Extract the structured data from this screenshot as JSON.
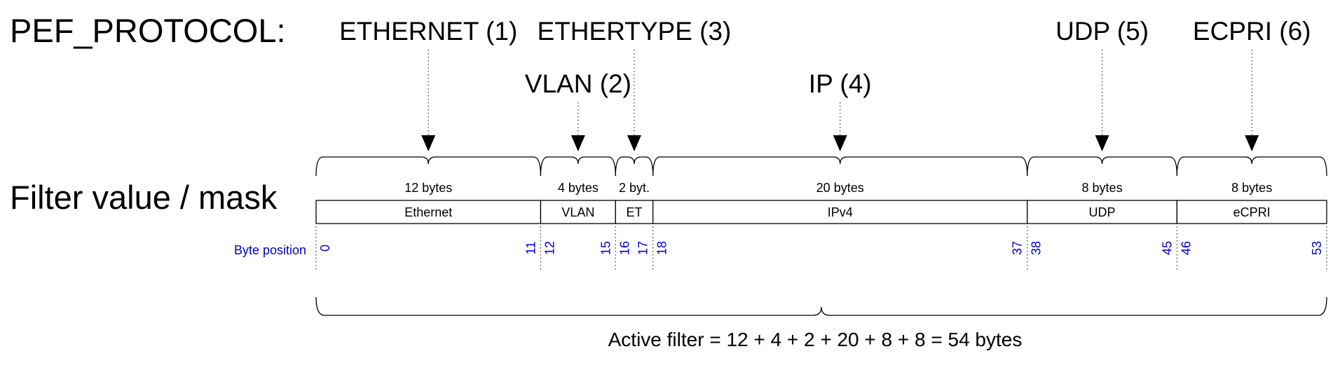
{
  "title_protocol": "PEF_PROTOCOL:",
  "title_filter": "Filter value / mask",
  "byte_position_label": "Byte position",
  "summary": "Active filter = 12 + 4 + 2 + 20 + 8 + 8 = 54 bytes",
  "colors": {
    "text": "#000000",
    "byte_position": "#0000cc"
  },
  "protocols": [
    {
      "label": "ETHERNET (1)",
      "row": 1
    },
    {
      "label": "VLAN (2)",
      "row": 2
    },
    {
      "label": "ETHERTYPE (3)",
      "row": 1
    },
    {
      "label": "IP (4)",
      "row": 2
    },
    {
      "label": "UDP (5)",
      "row": 1
    },
    {
      "label": "ECPRI (6)",
      "row": 1
    }
  ],
  "fields": [
    {
      "name": "Ethernet",
      "bytes": 12,
      "size_label": "12 bytes",
      "start_byte": "0",
      "end_byte": "11"
    },
    {
      "name": "VLAN",
      "bytes": 4,
      "size_label": "4 bytes",
      "start_byte": "12",
      "end_byte": "15"
    },
    {
      "name": "ET",
      "bytes": 2,
      "size_label": "2 byt.",
      "start_byte": "16",
      "end_byte": "17"
    },
    {
      "name": "IPv4",
      "bytes": 20,
      "size_label": "20 bytes",
      "start_byte": "18",
      "end_byte": "37"
    },
    {
      "name": "UDP",
      "bytes": 8,
      "size_label": "8 bytes",
      "start_byte": "38",
      "end_byte": "45"
    },
    {
      "name": "eCPRI",
      "bytes": 8,
      "size_label": "8 bytes",
      "start_byte": "46",
      "end_byte": "53"
    }
  ]
}
